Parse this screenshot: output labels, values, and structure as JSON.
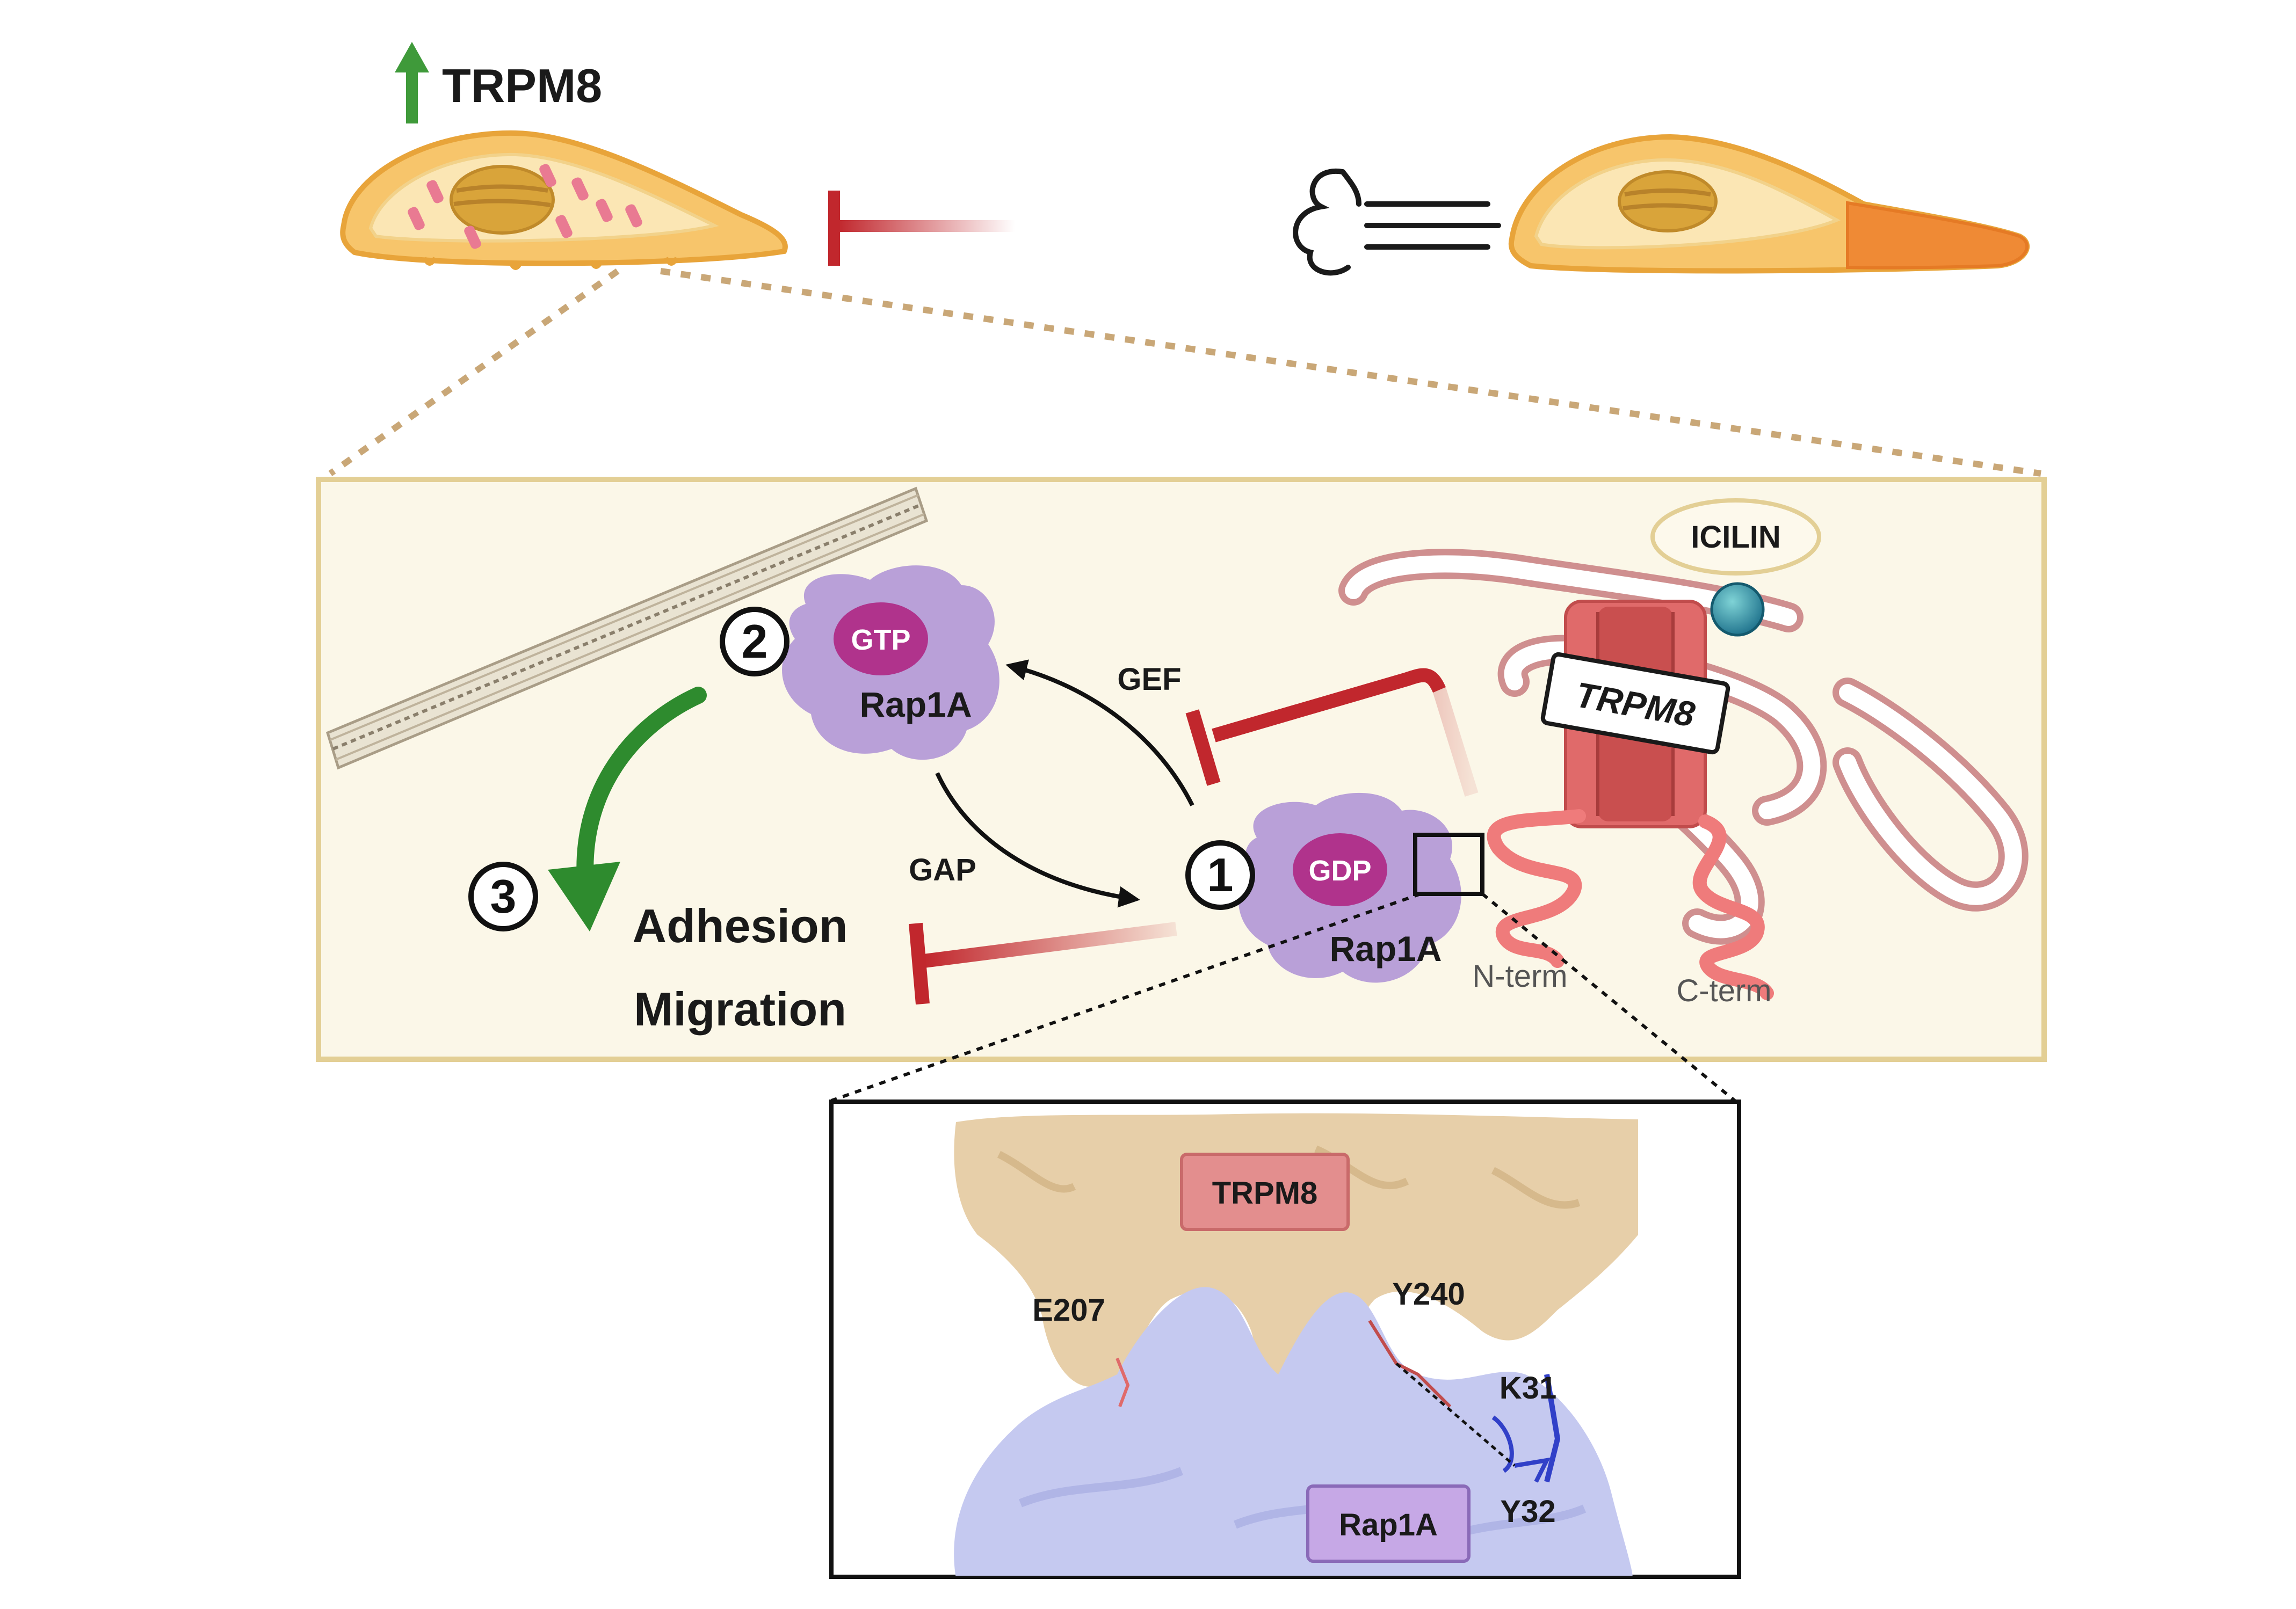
{
  "labels": {
    "trpm8_top": "TRPM8",
    "icilin": "ICILIN",
    "trpm8_channel": "TRPM8",
    "gef": "GEF",
    "gap": "GAP",
    "gtp": "GTP",
    "gdp": "GDP",
    "rap1a_active": "Rap1A",
    "rap1a_inactive": "Rap1A",
    "step1": "1",
    "step2": "2",
    "step3": "3",
    "adhesion": "Adhesion",
    "migration": "Migration",
    "n_term": "N-term",
    "c_term": "C-term"
  },
  "inset": {
    "trpm8_label": "TRPM8",
    "rap1a_label": "Rap1A",
    "residues": [
      "E207",
      "Y240",
      "K31",
      "Y32"
    ]
  },
  "colors": {
    "up_arrow": "#3f9a3a",
    "inhibition": "#c1272d",
    "activation": "#2e8b2e",
    "cell_fill": "#f7c56b",
    "panel_fill": "#fbf7e8",
    "rap1a": "#b9a0d8",
    "nucleotide": "#b0338c",
    "channel": "#e06a6a",
    "er_membrane": "#d89a9a"
  }
}
